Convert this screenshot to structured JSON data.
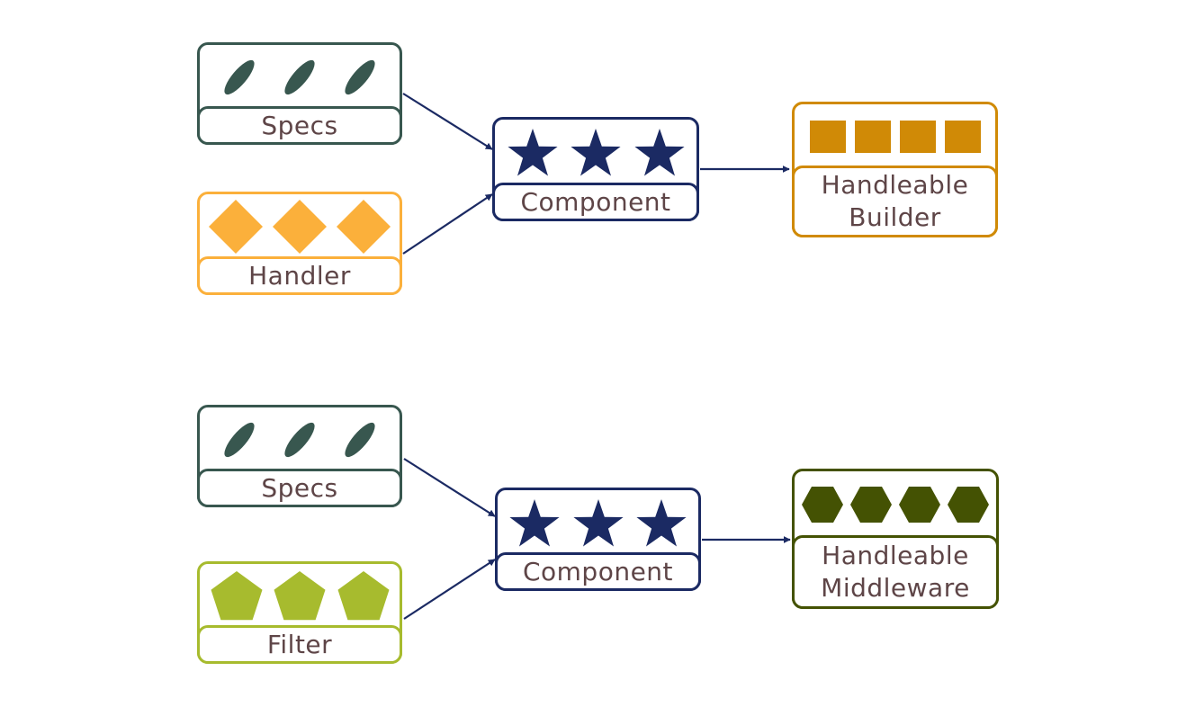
{
  "colors": {
    "specs": "#38574f",
    "handler": "#fbb03b",
    "component": "#1b2a63",
    "builder": "#d08a06",
    "filter": "#a7bb2e",
    "middleware": "#445203",
    "arrow": "#1b2a63",
    "text": "#5e4547"
  },
  "top": {
    "specs": {
      "label": "Specs",
      "icon": "leaf-icon"
    },
    "handler": {
      "label": "Handler",
      "icon": "diamond-icon"
    },
    "component": {
      "label": "Component",
      "icon": "star-icon"
    },
    "result": {
      "label_line1": "Handleable",
      "label_line2": "Builder",
      "icon": "square-icon"
    }
  },
  "bottom": {
    "specs": {
      "label": "Specs",
      "icon": "leaf-icon"
    },
    "filter": {
      "label": "Filter",
      "icon": "pentagon-icon"
    },
    "component": {
      "label": "Component",
      "icon": "star-icon"
    },
    "result": {
      "label_line1": "Handleable",
      "label_line2": "Middleware",
      "icon": "hexagon-icon"
    }
  }
}
